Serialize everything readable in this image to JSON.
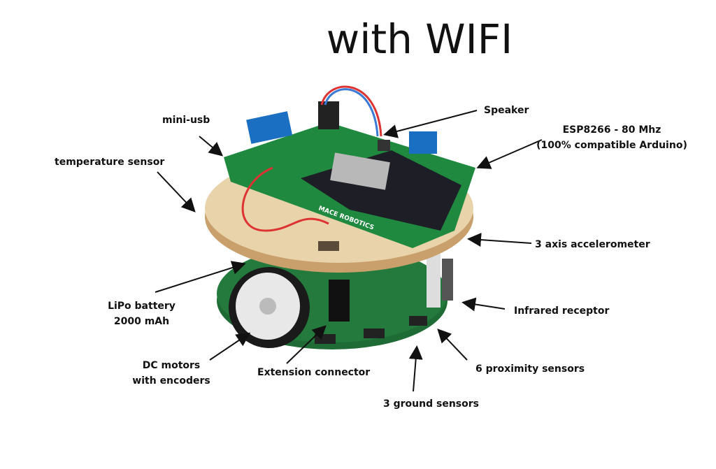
{
  "title": "with WIFI",
  "labels": {
    "mini_usb": "mini-usb",
    "temperature_sensor": "temperature sensor",
    "speaker": "Speaker",
    "esp_line1": "ESP8266 - 80 Mhz",
    "esp_line2": "(100% compatible Arduino)",
    "accelerometer": "3 axis accelerometer",
    "lipo_line1": "LiPo battery",
    "lipo_line2": "2000 mAh",
    "infrared": "Infrared receptor",
    "motors_line1": "DC motors",
    "motors_line2": "with encoders",
    "extension": "Extension connector",
    "proximity": "6 proximity sensors",
    "ground": "3 ground sensors"
  },
  "board_text": "MACE ROBOTICS",
  "colors": {
    "pcb": "#1f7a3c",
    "wood": "#e6cfa6",
    "esp": "#1d1d24",
    "terminal": "#1b6fc2"
  }
}
